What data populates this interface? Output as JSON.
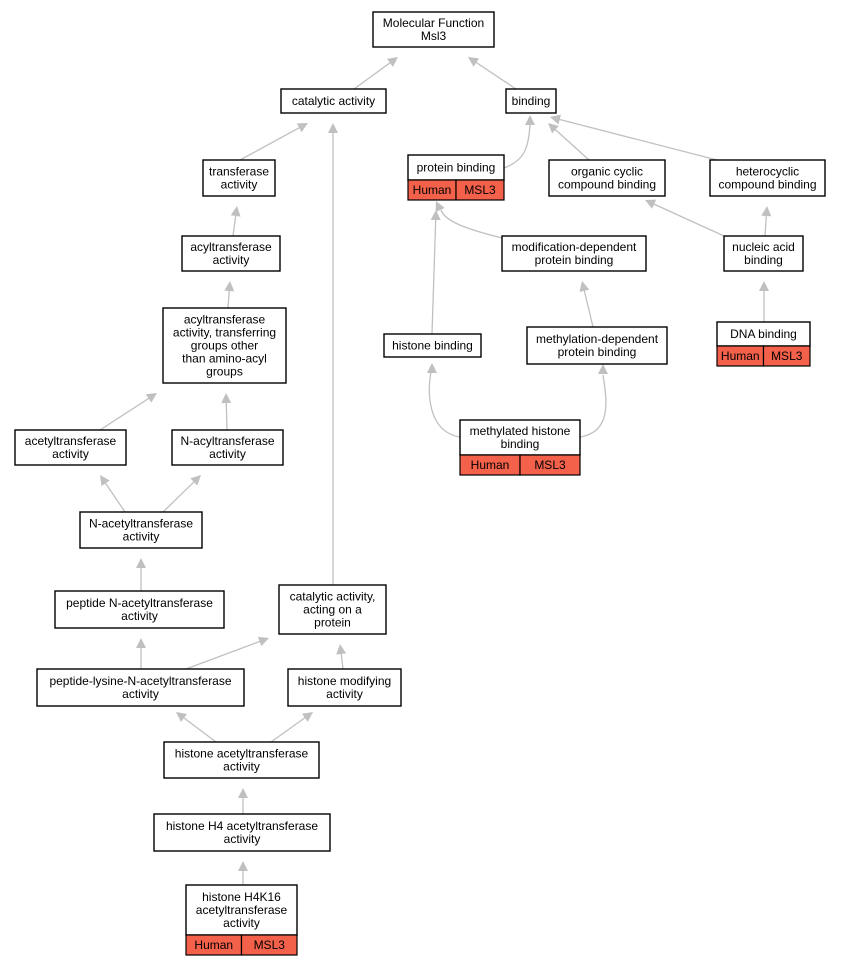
{
  "colors": {
    "annotation_fill": "#f4614a",
    "edge": "#c0c0c0",
    "box_border": "#000000"
  },
  "nodes": {
    "root": {
      "lines": [
        "Molecular Function",
        "Msl3"
      ]
    },
    "catalytic": {
      "lines": [
        "catalytic activity"
      ]
    },
    "binding": {
      "lines": [
        "binding"
      ]
    },
    "transferase": {
      "lines": [
        "transferase",
        "activity"
      ]
    },
    "acyltransferase": {
      "lines": [
        "acyltransferase",
        "activity"
      ]
    },
    "acyl_other": {
      "lines": [
        "acyltransferase",
        "activity, transferring",
        "groups other",
        "than amino-acyl",
        "groups"
      ]
    },
    "acetyltransferase": {
      "lines": [
        "acetyltransferase",
        "activity"
      ]
    },
    "n_acyltransferase": {
      "lines": [
        "N-acyltransferase",
        "activity"
      ]
    },
    "n_acetyltransferase": {
      "lines": [
        "N-acetyltransferase",
        "activity"
      ]
    },
    "peptide_n_acetyl": {
      "lines": [
        "peptide N-acetyltransferase",
        "activity"
      ]
    },
    "peptide_lysine": {
      "lines": [
        "peptide-lysine-N-acetyltransferase",
        "activity"
      ]
    },
    "catalytic_protein": {
      "lines": [
        "catalytic activity,",
        "acting on a",
        "protein"
      ]
    },
    "histone_modifying": {
      "lines": [
        "histone modifying",
        "activity"
      ]
    },
    "histone_acetyl": {
      "lines": [
        "histone acetyltransferase",
        "activity"
      ]
    },
    "h4_acetyl": {
      "lines": [
        "histone H4 acetyltransferase",
        "activity"
      ]
    },
    "h4k16_acetyl": {
      "lines": [
        "histone H4K16",
        "acetyltransferase",
        "activity"
      ],
      "annotation": [
        "Human",
        "MSL3"
      ]
    },
    "protein_binding": {
      "lines": [
        "protein binding"
      ],
      "annotation": [
        "Human",
        "MSL3"
      ]
    },
    "organic_cyclic": {
      "lines": [
        "organic cyclic",
        "compound binding"
      ]
    },
    "heterocyclic": {
      "lines": [
        "heterocyclic",
        "compound binding"
      ]
    },
    "mod_dependent": {
      "lines": [
        "modification-dependent",
        "protein binding"
      ]
    },
    "nucleic_acid": {
      "lines": [
        "nucleic acid",
        "binding"
      ]
    },
    "histone_binding": {
      "lines": [
        "histone binding"
      ]
    },
    "methyl_dependent": {
      "lines": [
        "methylation-dependent",
        "protein binding"
      ]
    },
    "dna_binding": {
      "lines": [
        "DNA binding"
      ],
      "annotation": [
        "Human",
        "MSL3"
      ]
    },
    "methylated_histone": {
      "lines": [
        "methylated histone",
        "binding"
      ],
      "annotation": [
        "Human",
        "MSL3"
      ]
    }
  }
}
